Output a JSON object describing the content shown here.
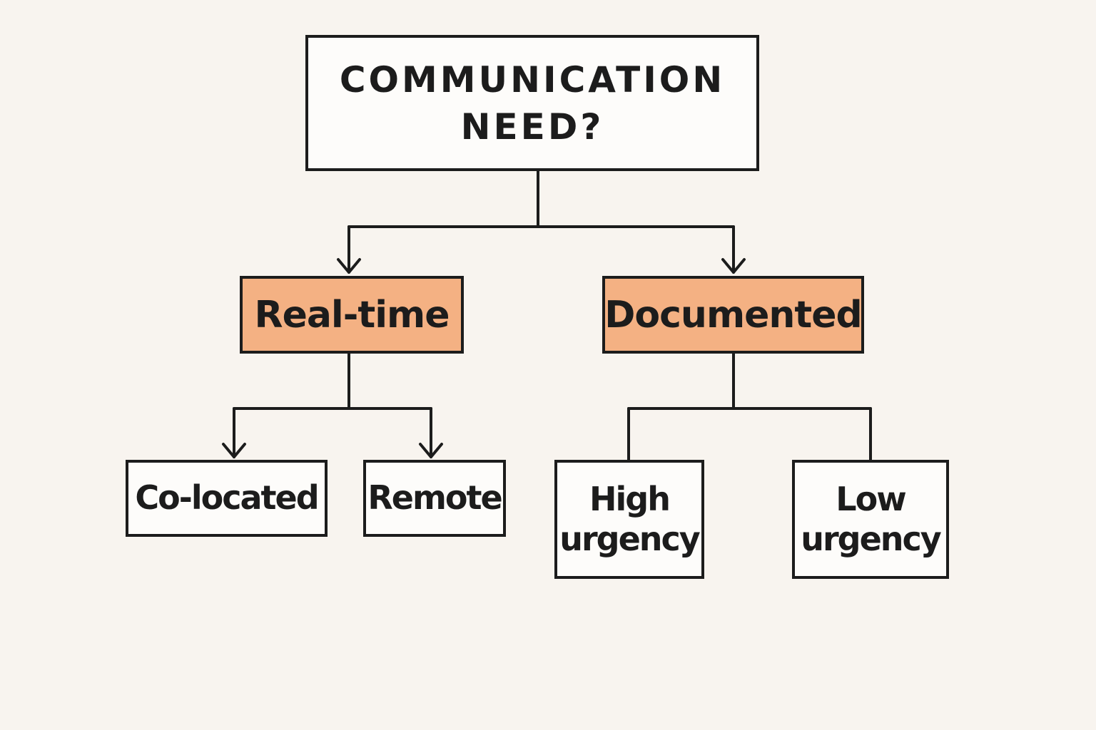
{
  "colors": {
    "background": "#f8f4ef",
    "outline": "#1c1c1c",
    "box_fill": "#fdfcfa",
    "highlight_fill": "#f4b183"
  },
  "root": {
    "line1": "COMMUNICATION",
    "line2": "NEED?"
  },
  "branches": {
    "realtime": {
      "label": "Real-time"
    },
    "documented": {
      "label": "Documented"
    }
  },
  "leaves": {
    "colocated": {
      "label": "Co-located"
    },
    "remote": {
      "label": "Remote"
    },
    "high": {
      "line1": "High",
      "line2": "urgency"
    },
    "low": {
      "line1": "Low",
      "line2": "urgency"
    }
  }
}
